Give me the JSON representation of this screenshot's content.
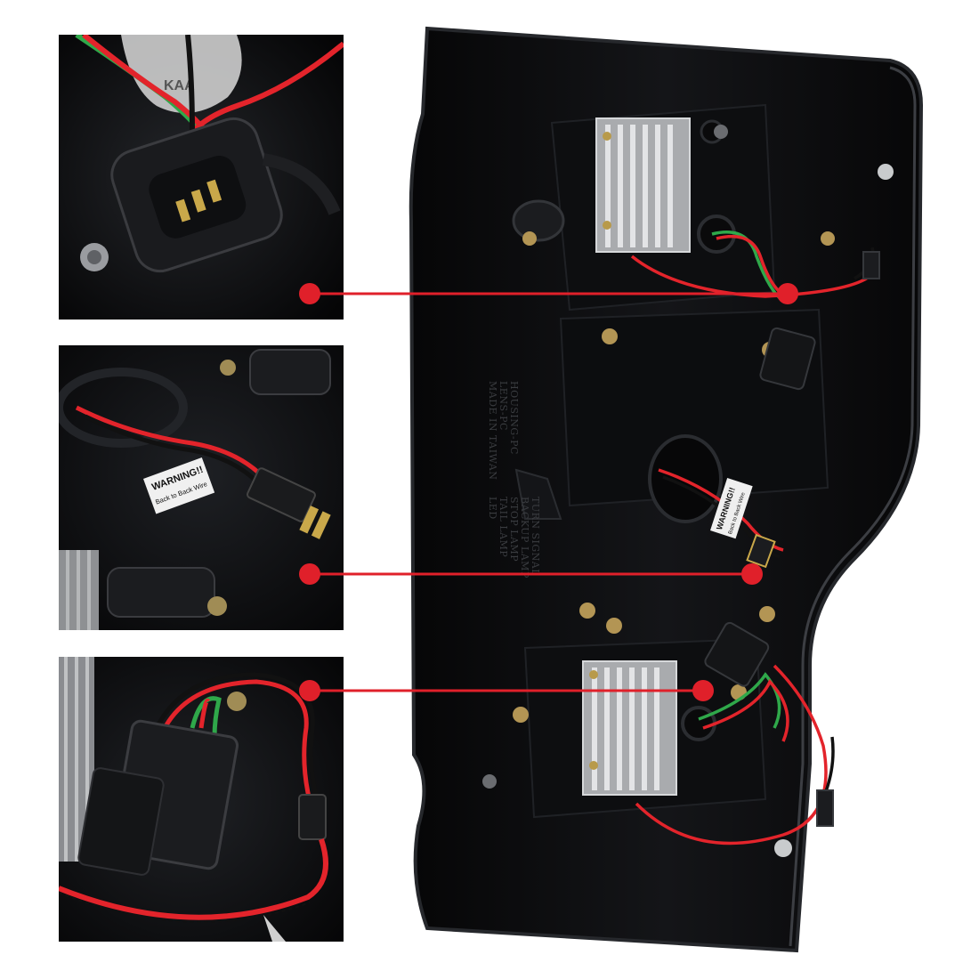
{
  "image": {
    "alt": "Rear view of an LED tail light housing with three zoomed inset photos of its wiring connectors, each linked by a red callout line",
    "colors": {
      "background": "#ffffff",
      "callout": "#e0202a",
      "housing": "#0b0c0e",
      "wire_red": "#e3242b",
      "wire_green": "#2fa84a",
      "heatsink": "#c9cbcd"
    }
  },
  "mold_text": {
    "made_in": "MADE IN TAIWAN",
    "lens": "LENS-PC",
    "housing": "HOUSING-PC",
    "function_1": "LED",
    "function_2": "TAIL LAMP",
    "function_3": "STOP LAMP",
    "function_4": "BACKUP LAMP",
    "function_5": "TURN SIGNAL"
  },
  "labels": {
    "warning_title": "WARNING!!",
    "warning_sub": "Back to Back Wire",
    "sticker_brand": "KAA"
  },
  "callouts": [
    {
      "name": "top-connector",
      "target": "main harness plug"
    },
    {
      "name": "middle-connector",
      "target": "pigtail connector with warning tag"
    },
    {
      "name": "bottom-connector",
      "target": "lower harness plug"
    }
  ]
}
